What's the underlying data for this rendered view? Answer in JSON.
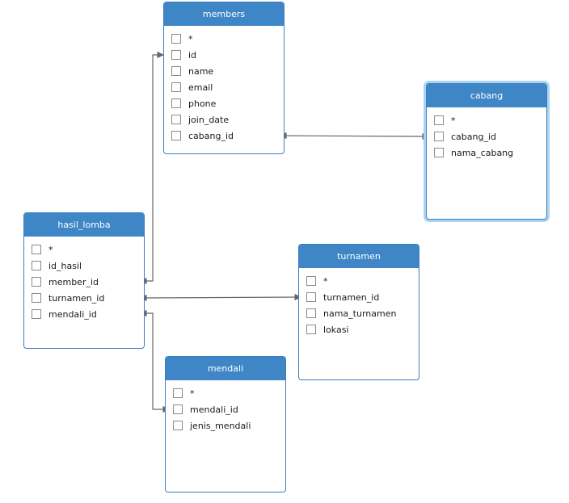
{
  "tables": [
    {
      "key": "members",
      "title": "members",
      "fields": [
        "*",
        "id",
        "name",
        "email",
        "phone",
        "join_date",
        "cabang_id"
      ]
    },
    {
      "key": "cabang",
      "title": "cabang",
      "fields": [
        "*",
        "cabang_id",
        "nama_cabang"
      ],
      "selected": true
    },
    {
      "key": "hasil_lomba",
      "title": "hasil_lomba",
      "fields": [
        "*",
        "id_hasil",
        "member_id",
        "turnamen_id",
        "mendali_id"
      ]
    },
    {
      "key": "turnamen",
      "title": "turnamen",
      "fields": [
        "*",
        "turnamen_id",
        "nama_turnamen",
        "lokasi"
      ]
    },
    {
      "key": "mendali",
      "title": "mendali",
      "fields": [
        "*",
        "mendali_id",
        "jenis_mendali"
      ]
    }
  ],
  "relations": [
    {
      "from": "hasil_lomba.member_id",
      "to": "members.id"
    },
    {
      "from": "members.cabang_id",
      "to": "cabang.cabang_id"
    },
    {
      "from": "hasil_lomba.turnamen_id",
      "to": "turnamen.turnamen_id"
    },
    {
      "from": "hasil_lomba.mendali_id",
      "to": "mendali.mendali_id"
    }
  ],
  "colors": {
    "header": "#3f86c7",
    "border": "#3d7fc1",
    "connector": "#666666",
    "selection": "#a9d3f2"
  }
}
